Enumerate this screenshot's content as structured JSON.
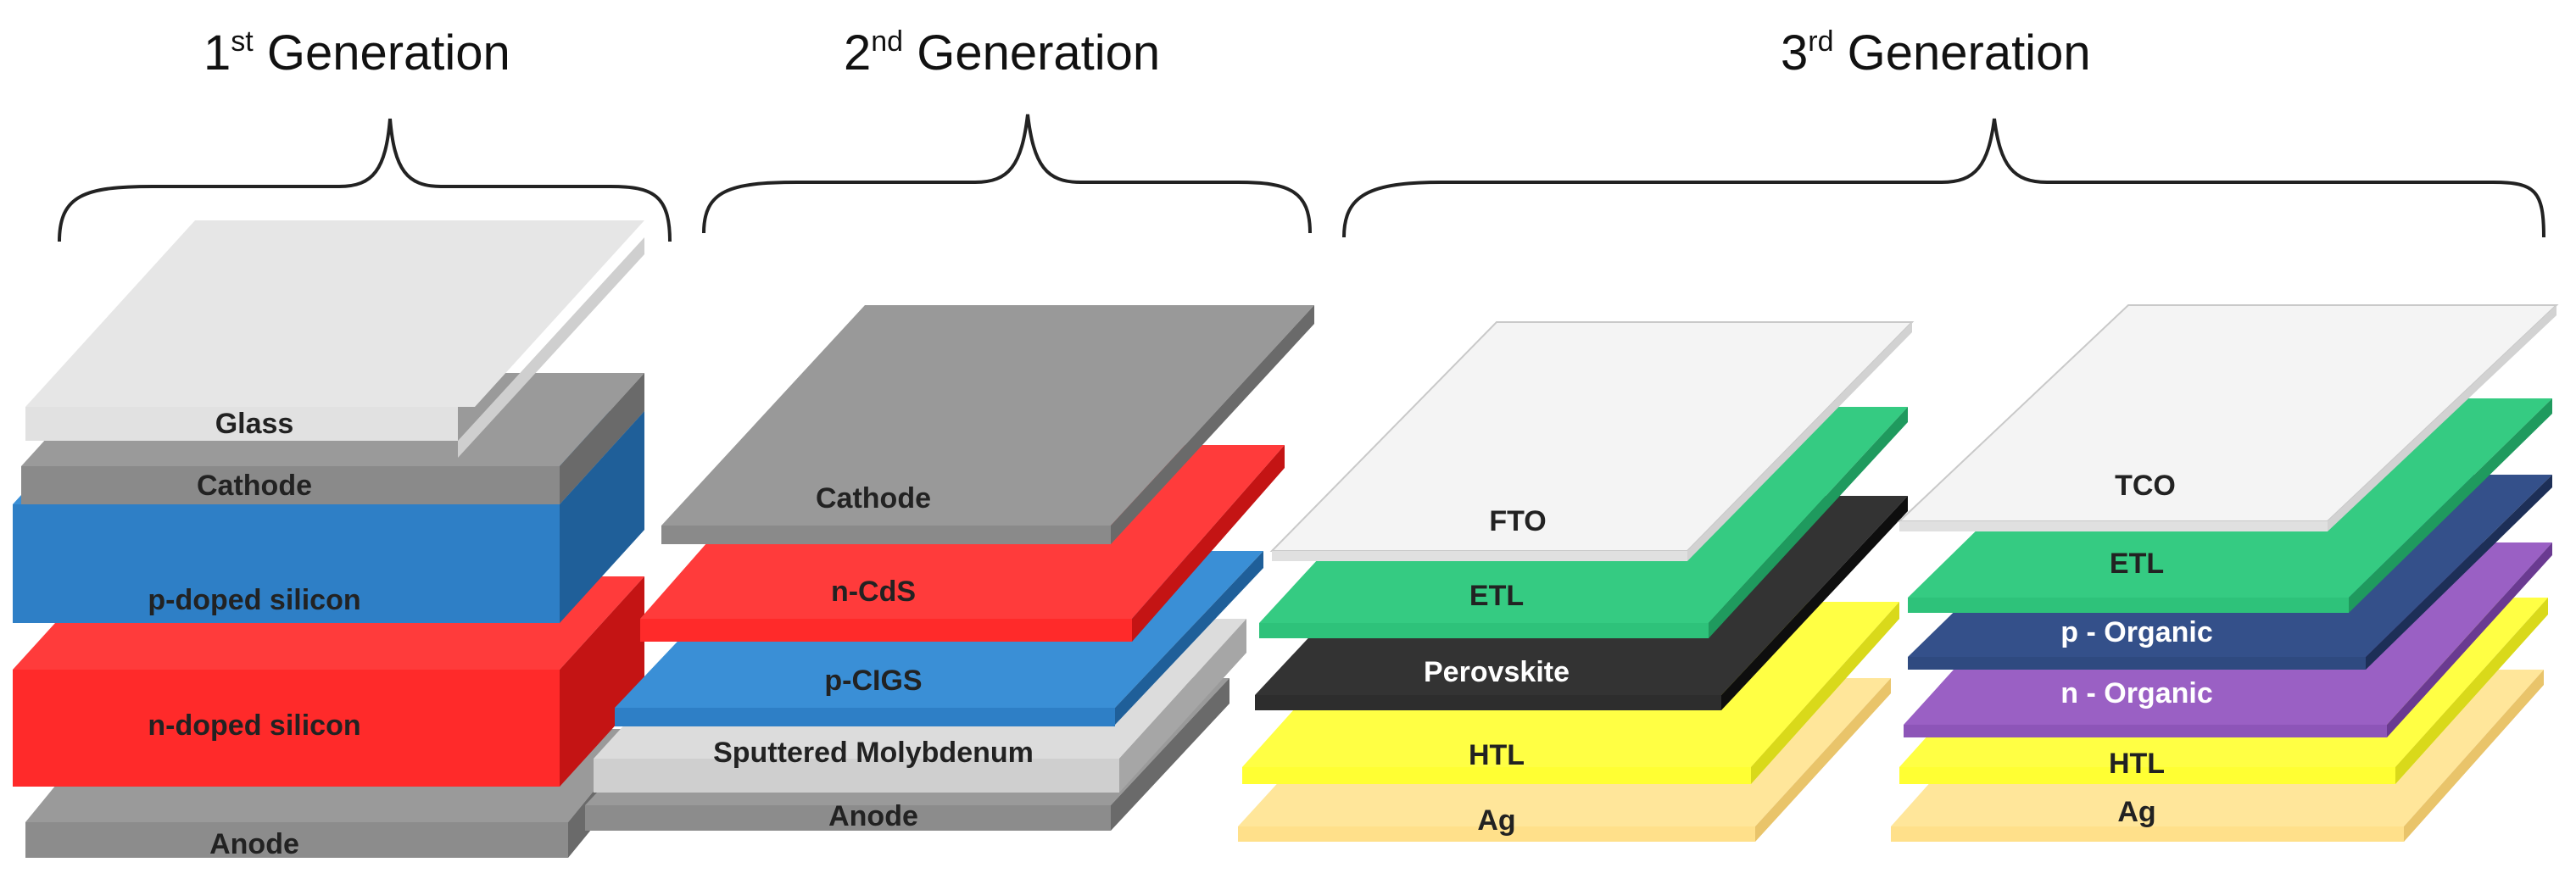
{
  "colors": {
    "glass": "#e6e6e6",
    "glass_top": "#f3f3f3",
    "cathode": "#8a8a8a",
    "cathode_top": "#9a9a9a",
    "blue": "#2e7fc6",
    "blue_side": "#1f5f99",
    "red": "#ff2a2a",
    "red_side": "#c41414",
    "anode": "#8c8c8c",
    "anode_side": "#6a6a6a",
    "moly": "#cfcfcf",
    "moly_side": "#a6a6a6",
    "white": "#f4f4f4",
    "green": "#2ec27a",
    "green_side": "#1f9a5e",
    "black": "#2d2d2d",
    "black_side": "#0e0e0e",
    "yellow": "#ffff33",
    "yellow_side": "#d9d91a",
    "ag": "#ffe08a",
    "ag_side": "#e9c46a",
    "navy": "#2f4a80",
    "navy_side": "#1d2f57",
    "purple": "#8d55b8",
    "purple_side": "#6a3a91"
  },
  "generations": {
    "first": {
      "base": "1",
      "sup": "st",
      "word": " Generation"
    },
    "second": {
      "base": "2",
      "sup": "nd",
      "word": " Generation"
    },
    "third": {
      "base": "3",
      "sup": "rd",
      "word": " Generation"
    }
  },
  "stacks": {
    "first": [
      "Glass",
      "Cathode",
      "p-doped silicon",
      "n-doped silicon",
      "Anode"
    ],
    "second": [
      "Cathode",
      "n-CdS",
      "p-CIGS",
      "Sputtered Molybdenum",
      "Anode"
    ],
    "third_a": [
      "FTO",
      "ETL",
      "Perovskite",
      "HTL",
      "Ag"
    ],
    "third_b": [
      "TCO",
      "ETL",
      "p - Organic",
      "n - Organic",
      "HTL",
      "Ag"
    ]
  }
}
